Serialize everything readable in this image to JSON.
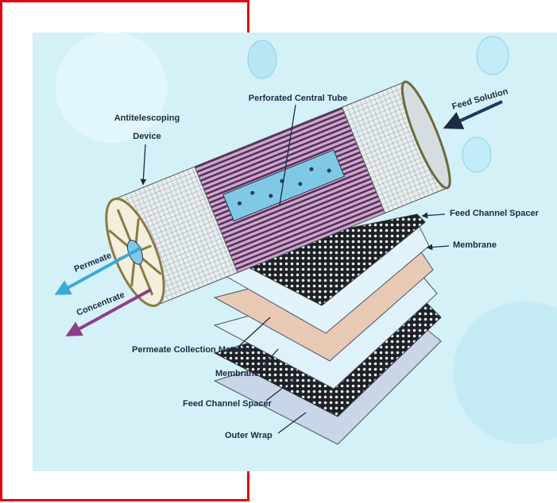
{
  "diagram": {
    "labels": {
      "antitelescoping_1": "Antitelescoping",
      "antitelescoping_2": "Device",
      "central_tube": "Perforated Central Tube",
      "feed_solution": "Feed Solution",
      "feed_spacer_top": "Feed Channel Spacer",
      "membrane_top": "Membrane",
      "permeate": "Permeate",
      "concentrate": "Concentrate",
      "collection": "Permeate Collection Material",
      "membrane_bottom": "Membrane",
      "feed_spacer_bottom": "Feed Channel Spacer",
      "outer_wrap": "Outer Wrap"
    },
    "colors": {
      "frame": "#e30613",
      "background": "#d4f1f8",
      "text": "#1d2a44",
      "permeate": "#3aa9d8",
      "concentrate": "#8e3c8a",
      "windings": "#6b3a6e"
    }
  }
}
